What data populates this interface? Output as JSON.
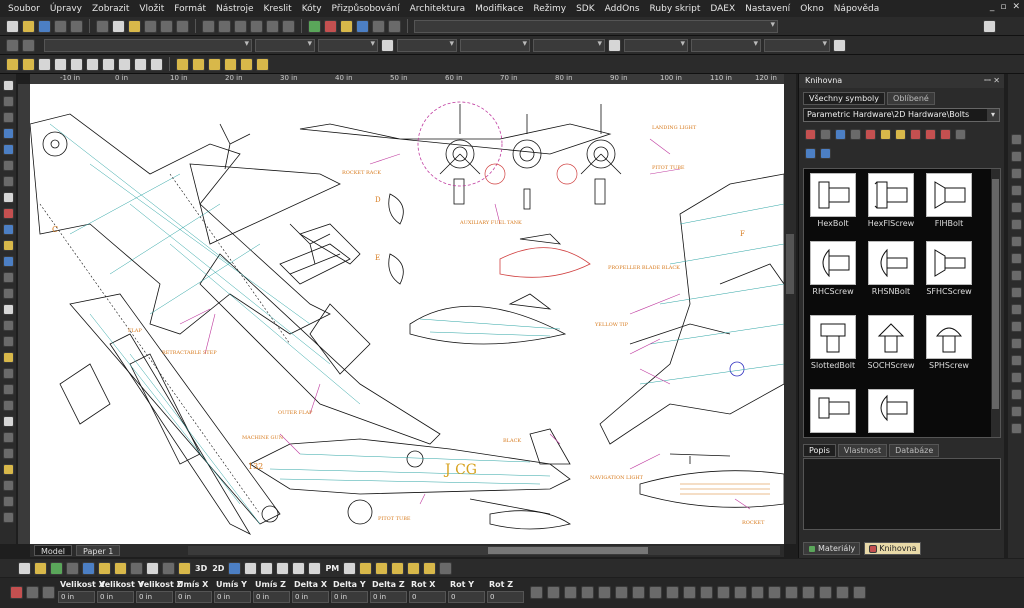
{
  "menu": [
    "Soubor",
    "Úpravy",
    "Zobrazit",
    "Vložit",
    "Formát",
    "Nástroje",
    "Kreslit",
    "Kóty",
    "Přizpůsobování",
    "Architektura",
    "Modifikace",
    "Režimy",
    "SDK",
    "AddOns",
    "Ruby skript",
    "DAEX",
    "Nastavení",
    "Okno",
    "Nápověda"
  ],
  "window_controls": [
    "_",
    "▫",
    "✕"
  ],
  "ruler_top": [
    "-10 in",
    "0 in",
    "10 in",
    "20 in",
    "30 in",
    "40 in",
    "50 in",
    "60 in",
    "70 in",
    "80 in",
    "90 in",
    "100 in",
    "110 in",
    "120 in"
  ],
  "drawing_labels": {
    "c": "C",
    "d": "D",
    "e": "E",
    "f": "F",
    "rocket_rack": "ROCKET RACK",
    "landing_light": "LANDING LIGHT",
    "pitot_tube": "PITOT TUBE",
    "aux_fuel_tank": "AUXILIARY FUEL TANK",
    "propeller_blade": "PROPELLER BLADE BLACK",
    "yellow_tip": "YELLOW TIP",
    "flap": "FLAP",
    "retractable_step": "RETRACTABLE STEP",
    "outer_flap": "OUTER FLAP",
    "machine_gun": "MACHINE GUN",
    "black": "BLACK",
    "pitot_tube2": "PITOT TUBE",
    "navigation_light": "NAVIGATION LIGHT",
    "rocket": "ROCKET",
    "tail_code": "J CG",
    "serial": "132"
  },
  "model_tabs": [
    "Model",
    "Paper 1"
  ],
  "bottom_toolbar": {
    "l3d": "3D",
    "l2d": "2D",
    "pm": "PM"
  },
  "coords": {
    "labels": [
      "Velikost X",
      "Velikost Y",
      "Velikost Z",
      "Umís X",
      "Umís Y",
      "Umís Z",
      "Delta X",
      "Delta Y",
      "Delta Z",
      "Rot X",
      "Rot Y",
      "Rot Z"
    ],
    "values": [
      "0 in",
      "0 in",
      "0 in",
      "0 in",
      "0 in",
      "0 in",
      "0 in",
      "0 in",
      "0 in",
      "0",
      "0",
      "0"
    ]
  },
  "panel": {
    "title": "Knihovna",
    "controls": "ꟷ ✕",
    "tabs": [
      "Všechny symboly",
      "Oblíbené"
    ],
    "path": "Parametric Hardware\\2D Hardware\\Bolts",
    "symbols": [
      "HexBolt",
      "HexFlScrew",
      "FlHBolt",
      "RHCScrew",
      "RHSNBolt",
      "SFHCScrew",
      "SlottedBolt",
      "SOCHScrew",
      "SPHScrew",
      "",
      ""
    ],
    "tabs2": [
      "Popis",
      "Vlastnost",
      "Databáze"
    ],
    "bottom_tabs": [
      "Materiály",
      "Knihovna"
    ]
  }
}
